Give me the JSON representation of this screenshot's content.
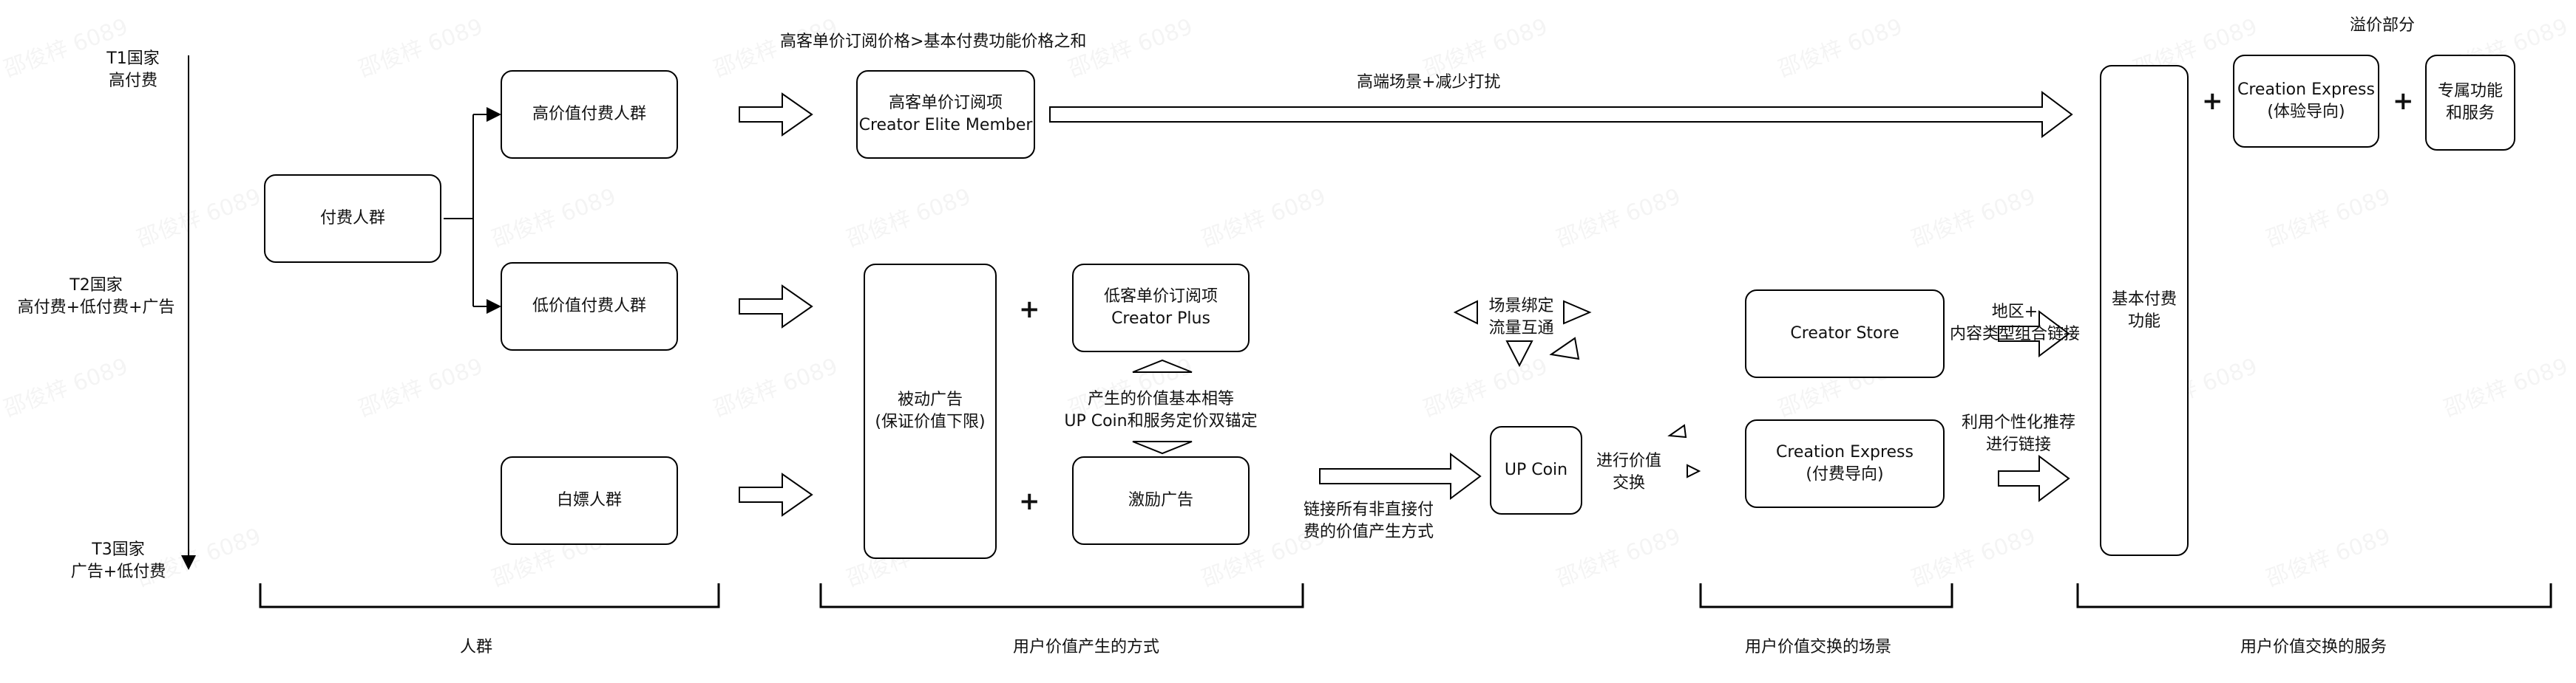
{
  "watermark": "邵俊梓 6089",
  "regions": [
    {
      "id": "t1",
      "text": "T1国家\n高付费"
    },
    {
      "id": "t2",
      "text": "T2国家\n高付费+低付费+广告"
    },
    {
      "id": "t3",
      "text": "T3国家\n广告+低付费"
    }
  ],
  "crowd": {
    "paying": "付费人群",
    "high_value": "高价值付费人群",
    "low_value": "低价值付费人群",
    "freeloader": "白嫖人群"
  },
  "value_creation": {
    "top_caption": "高客单价订阅价格>基本付费功能价格之和",
    "elite": "高客单价订阅项\nCreator Elite Member",
    "passive_ad": "被动广告\n(保证价值下限)",
    "plus_tier": "低客单价订阅项\nCreator Plus",
    "incentive_ad": "激励广告",
    "equal_value_note": "产生的价值基本相等\nUP Coin和服务定价双锚定",
    "link_note": "链接所有非直接付\n费的价值产生方式",
    "up_coin": "UP Coin",
    "exchange_note": "进行价值\n交换",
    "scene_note": "场景绑定\n流量互通",
    "high_end_note": "高端场景+减少打扰"
  },
  "exchange_scene": {
    "creator_store": "Creator Store",
    "creation_express_paid": "Creation Express\n(付费导向)",
    "region_note": "地区+\n内容类型组合链接",
    "reco_note": "利用个性化推荐\n进行链接"
  },
  "services": {
    "premium_label": "溢价部分",
    "basic": "基本付费\n功能",
    "creation_express_exp": "Creation Express\n(体验导向)",
    "exclusive": "专属功能\n和服务"
  },
  "plus_sign": "+",
  "sections": {
    "crowd": "人群",
    "value_generation": "用户价值产生的方式",
    "exchange_scene": "用户价值交换的场景",
    "exchange_service": "用户价值交换的服务"
  }
}
